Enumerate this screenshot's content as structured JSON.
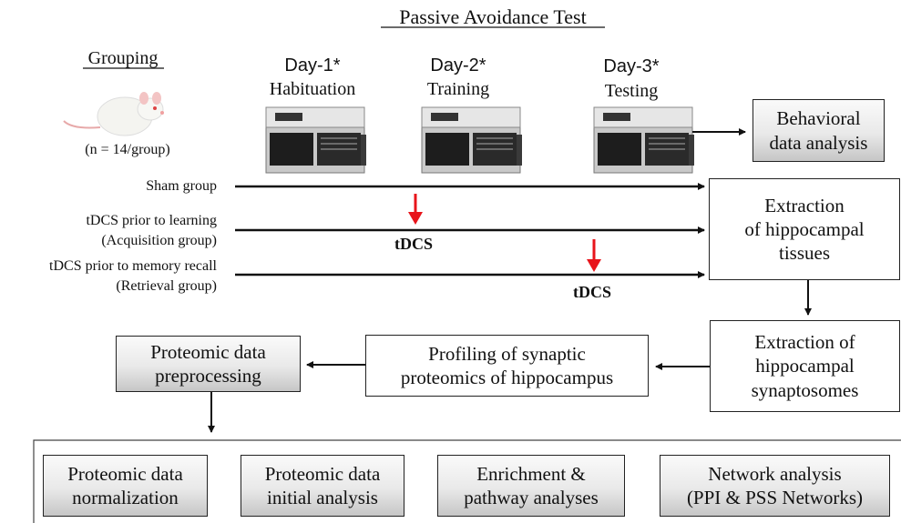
{
  "title": "Passive Avoidance Test",
  "grouping": {
    "heading": "Grouping",
    "count": "(n = 14/group)"
  },
  "days": [
    {
      "day": "Day-1*",
      "phase": "Habituation"
    },
    {
      "day": "Day-2*",
      "phase": "Training"
    },
    {
      "day": "Day-3*",
      "phase": "Testing"
    }
  ],
  "groups": [
    {
      "line1": "Sham group",
      "line2": ""
    },
    {
      "line1": "tDCS prior to learning",
      "line2": "(Acquisition group)"
    },
    {
      "line1": "tDCS prior to memory recall",
      "line2": "(Retrieval group)"
    }
  ],
  "stimulus_label": "tDCS",
  "boxes": {
    "behavioral": [
      "Behavioral",
      "data analysis"
    ],
    "extraction_tissue": [
      "Extraction",
      "of hippocampal",
      "tissues"
    ],
    "extraction_syn": [
      "Extraction of",
      "hippocampal",
      "synaptosomes"
    ],
    "profiling": [
      "Profiling of synaptic",
      "proteomics of hippocampus"
    ],
    "preprocessing": [
      "Proteomic data",
      "preprocessing"
    ]
  },
  "analysis_steps": [
    [
      "Proteomic data",
      "normalization"
    ],
    [
      "Proteomic data",
      "initial analysis"
    ],
    [
      "Enrichment &",
      "pathway analyses"
    ],
    [
      "Network analysis",
      "(PPI & PSS Networks)"
    ]
  ],
  "colors": {
    "stimulus_arrow": "#e8141b",
    "box_border": "#222222"
  }
}
